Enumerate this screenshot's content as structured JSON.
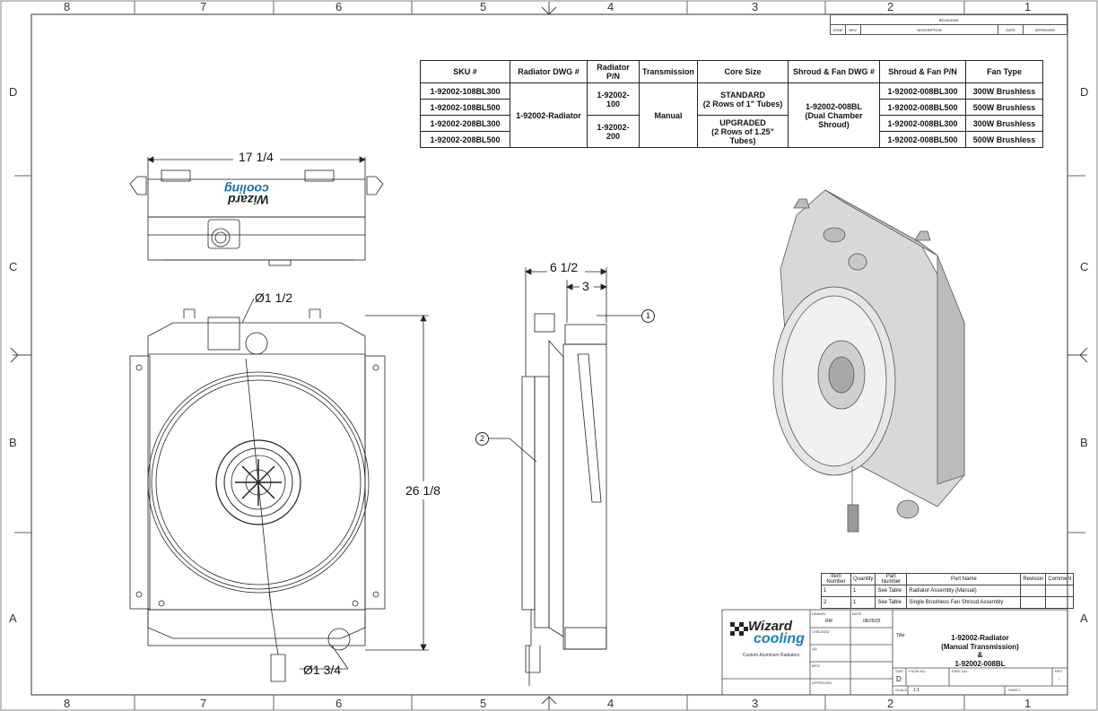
{
  "borders": {
    "columns": [
      "8",
      "7",
      "6",
      "5",
      "4",
      "3",
      "2",
      "1"
    ],
    "rows": [
      "D",
      "C",
      "B",
      "A"
    ]
  },
  "revisions": {
    "heading": "REVISIONS",
    "columns": [
      "ZONE",
      "REV.",
      "DESCRIPTION",
      "DATE",
      "APPROVED"
    ]
  },
  "sku_table": {
    "headers": [
      "SKU #",
      "Radiator DWG #",
      "Radiator P/N",
      "Transmission",
      "Core Size",
      "Shroud & Fan DWG #",
      "Shroud & Fan P/N",
      "Fan Type"
    ],
    "skus": [
      "1-92002-108BL300",
      "1-92002-108BL500",
      "1-92002-208BL300",
      "1-92002-208BL500"
    ],
    "radiator_dwg": "1-92002-Radiator",
    "radiator_pn": [
      "1-92002-100",
      "1-92002-200"
    ],
    "transmission": "Manual",
    "core_size": [
      {
        "line1": "STANDARD",
        "line2": "(2 Rows of 1\" Tubes)"
      },
      {
        "line1": "UPGRADED",
        "line2": "(2 Rows of 1.25\" Tubes)"
      }
    ],
    "shroud_dwg": {
      "line1": "1-92002-008BL",
      "line2": "(Dual Chamber Shroud)"
    },
    "shroud_pn": [
      "1-92002-008BL300",
      "1-92002-008BL500",
      "1-92002-008BL300",
      "1-92002-008BL500"
    ],
    "fan_type": [
      "300W Brushless",
      "500W Brushless",
      "300W Brushless",
      "500W Brushless"
    ]
  },
  "dimensions": {
    "top_width": "17 1/4",
    "inlet_dia": "Ø1 1/2",
    "height": "26 1/8",
    "outlet_dia": "Ø1 3/4",
    "side_depth": "6 1/2",
    "side_half": "3"
  },
  "balloons": [
    "1",
    "2"
  ],
  "logo_text": {
    "top": "Wizard",
    "bottom": "cooling"
  },
  "bom": {
    "headers": [
      "Item Number",
      "Quantity",
      "Part Number",
      "Part Name",
      "Revision",
      "Comment"
    ],
    "rows": [
      [
        "1",
        "1",
        "See Table",
        "Radiator Assembly (Manual)",
        "",
        ""
      ],
      [
        "2",
        "1",
        "See Table",
        "Single Brushless Fan Shroud Assembly",
        "",
        ""
      ]
    ]
  },
  "title_block": {
    "company_top": "Wizard",
    "company_bottom": "cooling",
    "tagline": "Custom Aluminum Radiators",
    "drawn_label": "DRAWN",
    "drawn_by": "RM",
    "date_label": "DATE",
    "date": "08/25/25",
    "checked_label": "CHECKED",
    "qa_label": "QA",
    "mfg_label": "MFG",
    "approved_label": "APPROVED",
    "title_label": "Title:",
    "title_lines": [
      "1-92002-Radiator",
      "(Manual Transmission)",
      "&",
      "1-92002-008BL"
    ],
    "size_label": "SIZE",
    "size": "D",
    "fscm_label": "FSCM NO.",
    "dwg_label": "DWG NO.",
    "rev_label": "REV",
    "rev": "-",
    "scale_label": "SCALE",
    "scale": "1:1",
    "sheet_label": "SHEET"
  }
}
